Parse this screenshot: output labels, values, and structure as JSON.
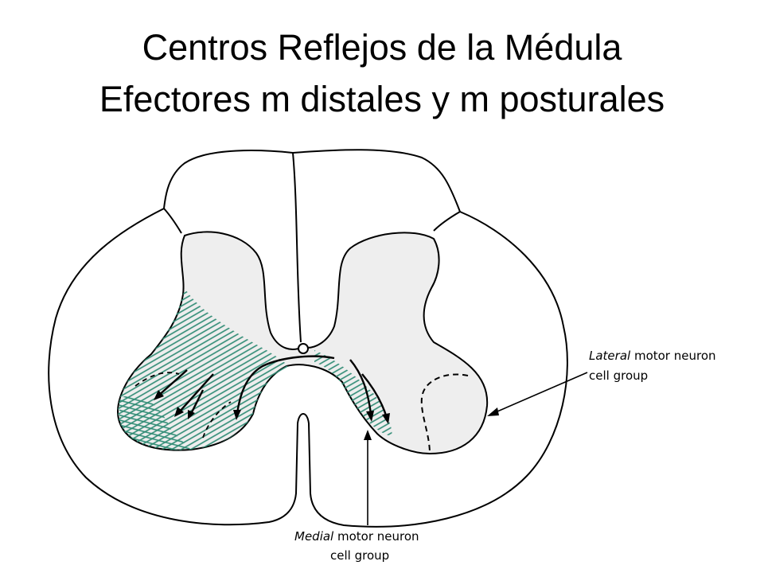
{
  "title": {
    "line1": "Centros Reflejos de la Médula",
    "line2": "Efectores m distales y m posturales"
  },
  "diagram": {
    "labels": {
      "lateral": {
        "italic": "Lateral",
        "rest": " motor neuron",
        "line2": "cell group"
      },
      "medial": {
        "italic": "Medial",
        "rest": " motor neuron",
        "line2": "cell group"
      }
    },
    "colors": {
      "outline": "#000000",
      "gray_matter": "#eeeeee",
      "hatching": "#2e8b74"
    }
  }
}
